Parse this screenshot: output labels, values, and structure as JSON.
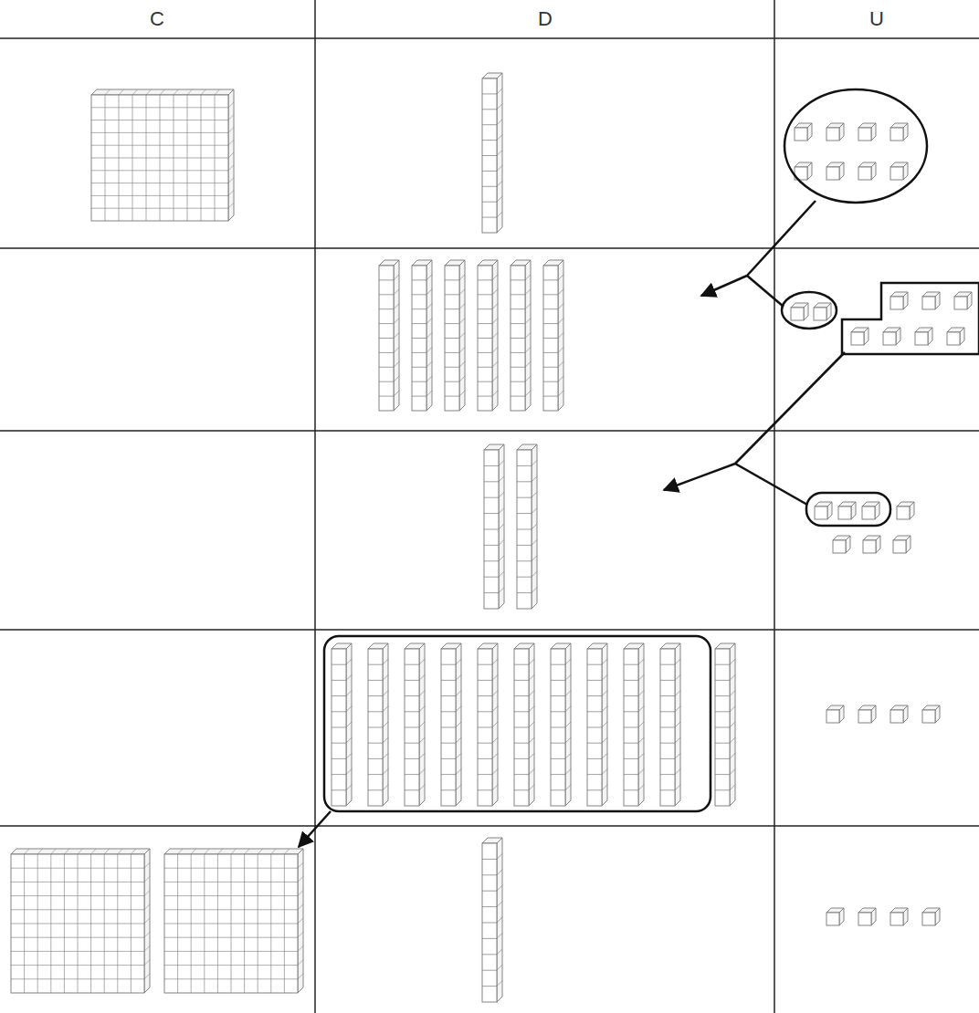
{
  "diagram": {
    "labels": [
      "C",
      "D",
      "U"
    ]
  }
}
